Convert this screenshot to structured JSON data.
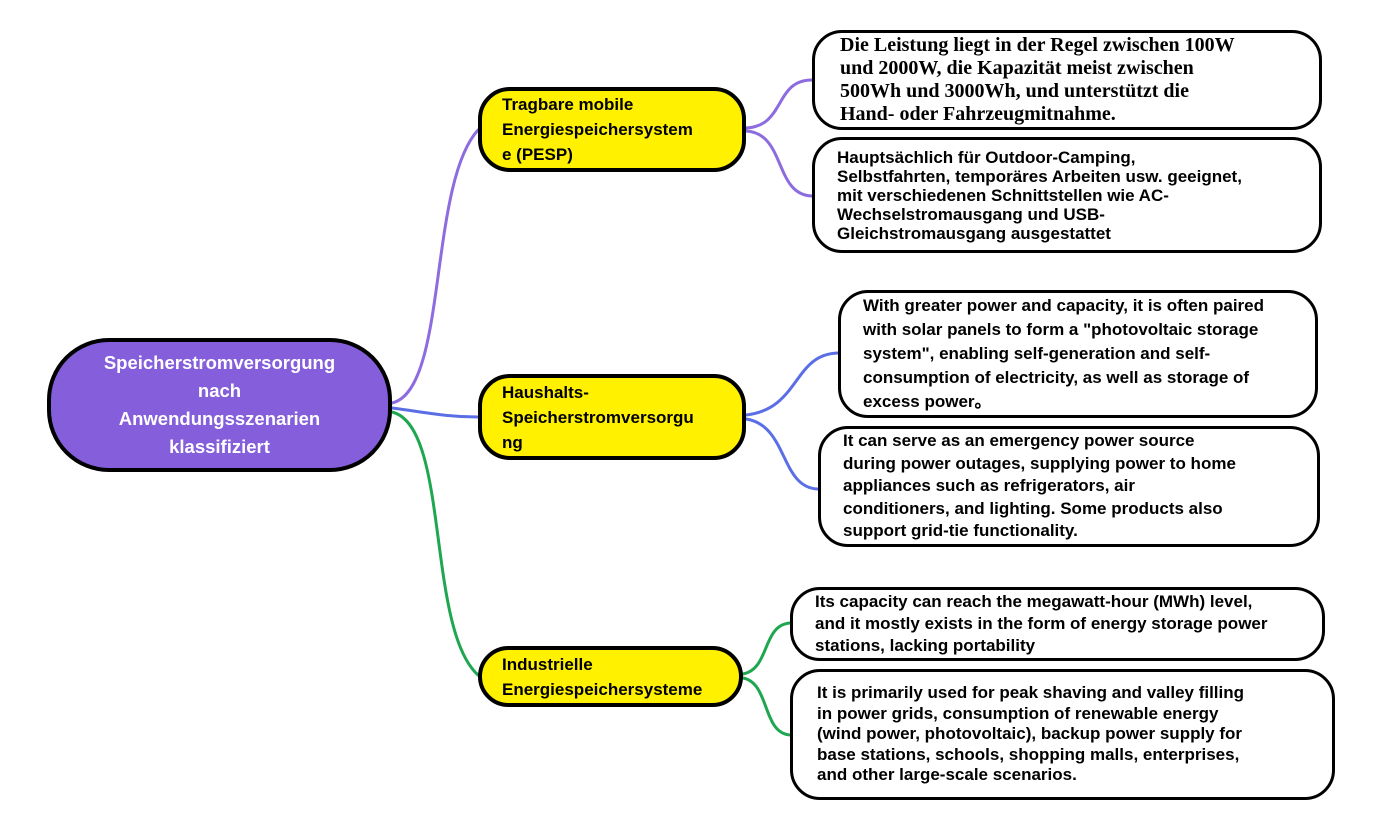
{
  "root": {
    "label": "Speicherstromversorgung nach Anwendungsszenarien klassifiziert"
  },
  "branches": [
    {
      "label": "Tragbare mobile Energiespeichersysteme (PESP)",
      "color": "#8D6CDF",
      "leaves": [
        {
          "text": "Die Leistung liegt in der Regel zwischen 100W und 2000W, die Kapazität meist zwischen 500Wh und 3000Wh, und unterstützt die Hand- oder Fahrzeugmitnahme."
        },
        {
          "text": "Hauptsächlich für Outdoor-Camping, Selbstfahrten, temporäres Arbeiten usw. geeignet, mit verschiedenen Schnittstellen wie AC-Wechselstromausgang und USB-Gleichstromausgang ausgestattet"
        }
      ]
    },
    {
      "label": "Haushalts-Speicherstromversorgung",
      "color": "#5A6FE6",
      "leaves": [
        {
          "text": "With greater power and capacity, it is often paired with solar panels to form a \"photovoltaic storage system\", enabling self-generation and self-consumption of electricity, as well as storage of excess power。"
        },
        {
          "text": "It can serve as an emergency power source during power outages, supplying power to home appliances such as refrigerators, air conditioners, and lighting. Some products also support grid-tie functionality."
        }
      ]
    },
    {
      "label": "Industrielle Energiespeichersysteme",
      "color": "#1EA750",
      "leaves": [
        {
          "text": "Its capacity can reach the megawatt-hour (MWh) level, and it mostly exists in the form of energy storage power stations, lacking portability"
        },
        {
          "text": "It is primarily used for peak shaving and valley filling in power grids, consumption of renewable energy (wind power, photovoltaic), backup power supply for base stations, schools, shopping malls, enterprises, and other large-scale scenarios."
        }
      ]
    }
  ],
  "colors": {
    "root_fill": "#845EDB",
    "branch_fill": "#FFF100",
    "leaf_fill": "#FFFFFF",
    "node_border": "#000000",
    "branch1_line": "#8D6CDF",
    "branch2_line": "#5A6FE6",
    "branch3_line": "#1EA750"
  }
}
